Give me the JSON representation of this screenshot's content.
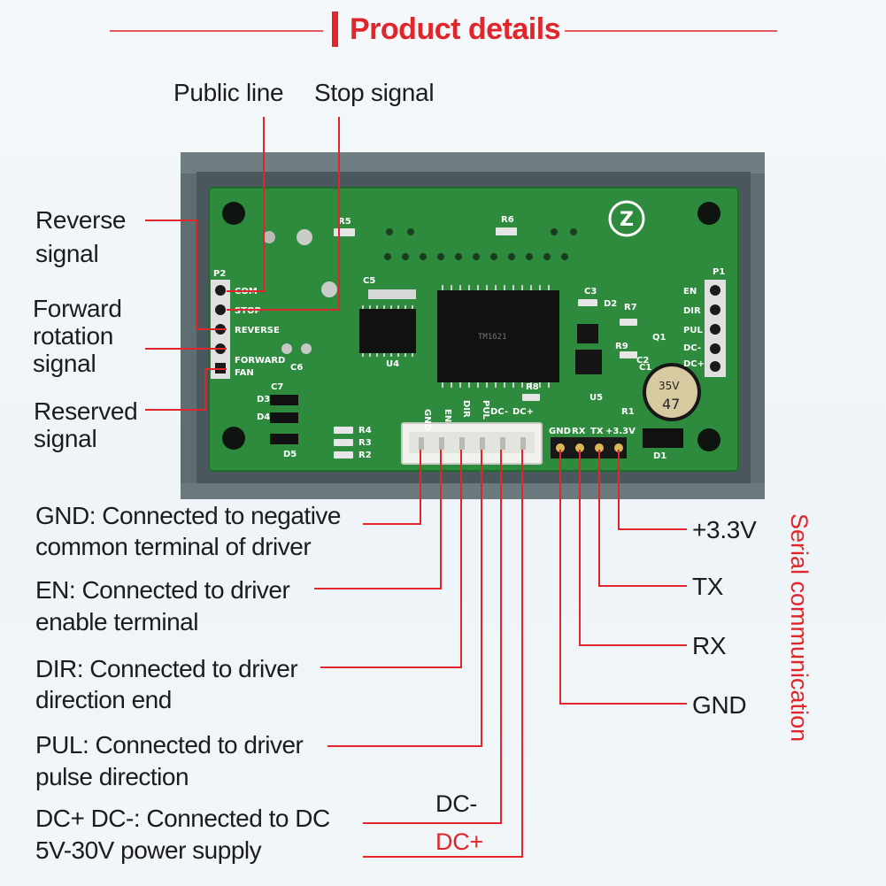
{
  "title": "Product details",
  "top_labels": {
    "public_line": "Public line",
    "stop_signal": "Stop signal"
  },
  "left_labels": {
    "reverse": [
      "Reverse",
      "signal"
    ],
    "forward": [
      "Forward",
      "rotation",
      "signal"
    ],
    "reserved": [
      "Reserved",
      "signal"
    ]
  },
  "descriptions": {
    "gnd": [
      "GND: Connected to negative",
      "common terminal of driver"
    ],
    "en": [
      "EN: Connected to driver",
      "enable terminal"
    ],
    "dir": [
      "DIR: Connected to driver",
      "direction end"
    ],
    "pul": [
      "PUL: Connected to driver",
      "pulse direction"
    ],
    "dc": [
      "DC+ DC-: Connected to DC",
      "5V-30V power supply"
    ]
  },
  "dc_minus": "DC-",
  "dc_plus": "DC+",
  "serial": {
    "vertical_label": "Serial communication",
    "pins": [
      "+3.3V",
      "TX",
      "RX",
      "GND"
    ]
  },
  "board": {
    "header_p2": "P2",
    "header_p1": "P1",
    "p2_pins": [
      "COM",
      "STOP",
      "REVERSE",
      "FORWARD",
      "FAN"
    ],
    "p1_pins": [
      "EN",
      "DIR",
      "PUL",
      "DC-",
      "DC+"
    ],
    "bottom_connector": [
      "GND",
      "EN",
      "DIR",
      "PUL",
      "DC-",
      "DC+"
    ],
    "uart_header": [
      "GND",
      "RX",
      "TX",
      "+3.3V"
    ],
    "parts": [
      "R5",
      "R6",
      "C5",
      "C3",
      "D2",
      "R7",
      "Q1",
      "R9",
      "C2",
      "C1",
      "U4",
      "C6",
      "C7",
      "D3",
      "D4",
      "D5",
      "R4",
      "R3",
      "R2",
      "R8",
      "U5",
      "R1",
      "D1"
    ],
    "chip_marking": "TM1621",
    "capacitor_marking": [
      "35V",
      "47"
    ],
    "logo_letter": "Z"
  },
  "colors": {
    "accent_red": "#e0262a",
    "pcb_green": "#2e8b3e",
    "case_gray": "#5e6d72",
    "text": "#1c1c1c"
  }
}
